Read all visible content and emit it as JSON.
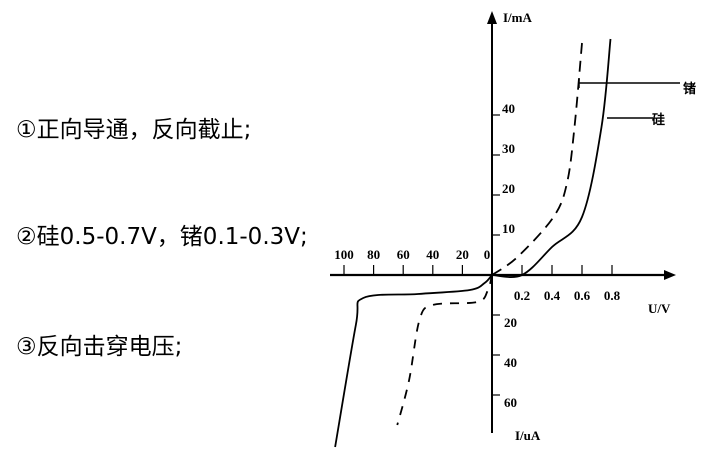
{
  "notes": [
    "①正向导通，反向截止;",
    "②硅0.5-0.7V，锗0.1-0.3V;",
    "③反向击穿电压;"
  ],
  "chart_data": {
    "type": "line",
    "title": "",
    "xlabel": "U/V",
    "ylabel_positive": "I/mA",
    "ylabel_negative": "I/uA",
    "x_ticks_positive": [
      "0.2",
      "0.4",
      "0.6",
      "0.8"
    ],
    "x_ticks_negative": [
      "100",
      "80",
      "60",
      "40",
      "20",
      "0"
    ],
    "y_ticks_positive": [
      "10",
      "20",
      "30",
      "40"
    ],
    "y_ticks_negative": [
      "20",
      "40",
      "60"
    ],
    "grid": false,
    "legend": "callout labels at upper right",
    "series": [
      {
        "name": "硅",
        "style": "solid",
        "forward": [
          [
            0,
            0
          ],
          [
            0.2,
            0
          ],
          [
            0.4,
            7
          ],
          [
            0.6,
            14.5
          ],
          [
            0.73,
            37
          ],
          [
            0.79,
            59
          ]
        ],
        "reverse": [
          [
            0,
            0
          ],
          [
            -5,
            -4
          ],
          [
            -15,
            -7.5
          ],
          [
            -50,
            -9.5
          ],
          [
            -87,
            -11.5
          ],
          [
            -92,
            -25
          ],
          [
            -106,
            -86
          ]
        ]
      },
      {
        "name": "锗",
        "style": "dashed",
        "forward": [
          [
            0,
            0
          ],
          [
            0.17,
            4.5
          ],
          [
            0.41,
            14.5
          ],
          [
            0.5,
            23
          ],
          [
            0.55,
            37
          ],
          [
            0.6,
            58
          ]
        ],
        "reverse": [
          [
            0,
            0
          ],
          [
            -3,
            -8
          ],
          [
            -10,
            -13.5
          ],
          [
            -40,
            -15
          ],
          [
            -49,
            -22.5
          ],
          [
            -56,
            -52.5
          ],
          [
            -64,
            -75
          ]
        ]
      }
    ]
  }
}
